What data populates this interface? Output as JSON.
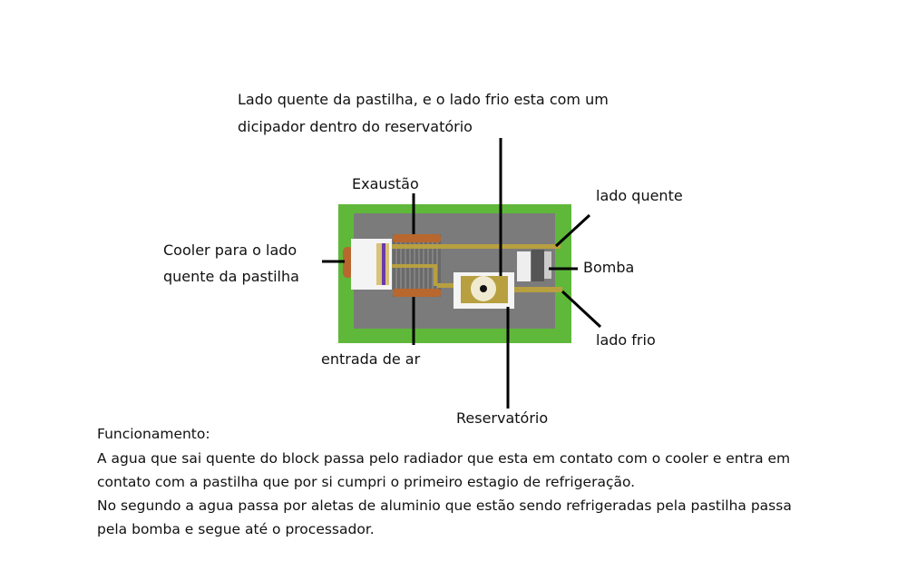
{
  "labels": {
    "top_line1": "Lado quente da pastilha, e o lado frio esta com um",
    "top_line2": "dicipador dentro do reservatório",
    "exhaust": "Exaustão",
    "cooler_line1": "Cooler para o lado",
    "cooler_line2": "quente da pastilha",
    "hot_side": "lado quente",
    "pump": "Bomba",
    "cold_side": "lado frio",
    "air_intake": "entrada de ar",
    "reservoir": "Reservatório"
  },
  "description": {
    "heading": "Funcionamento:",
    "lines": [
      "A agua que sai quente do block passa pelo radiador que esta em contato com o cooler e entra em",
      "contato com a pastilha que por si cumpri o primeiro estagio de refrigeração.",
      "No segundo a agua passa por aletas de aluminio que estão sendo refrigeradas pela pastilha passa",
      "pela bomba e segue até o processador."
    ]
  },
  "colors": {
    "base": "#5fb83a",
    "plate": "#7a7a7a",
    "copper": "#b8672e",
    "brass": "#b8a040"
  }
}
